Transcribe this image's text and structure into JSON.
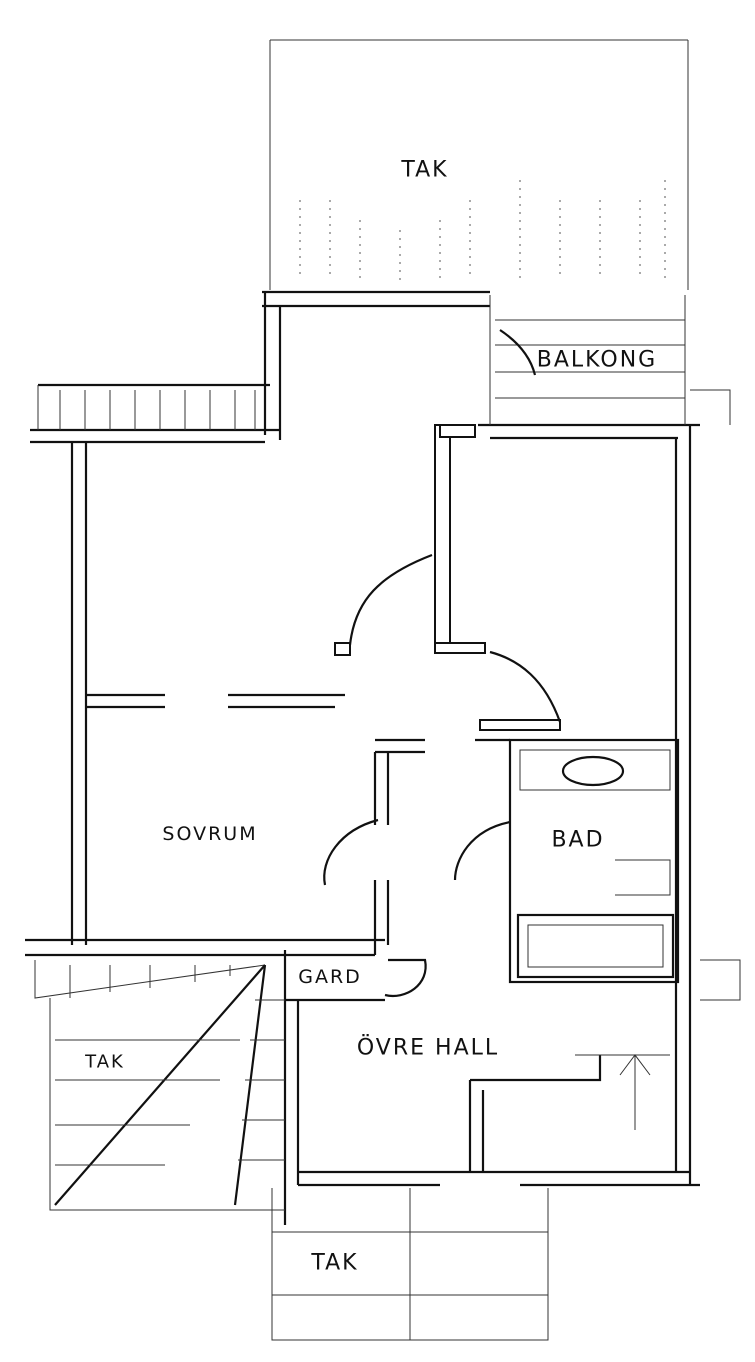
{
  "rooms": {
    "roof_top": "TAK",
    "balcony": "BALKONG",
    "bedroom": "SOVRUM",
    "bathroom": "BAD",
    "wardrobe": "GARD",
    "upper_hall": "ÖVRE HALL",
    "roof_left": "TAK",
    "roof_bottom": "TAK"
  }
}
